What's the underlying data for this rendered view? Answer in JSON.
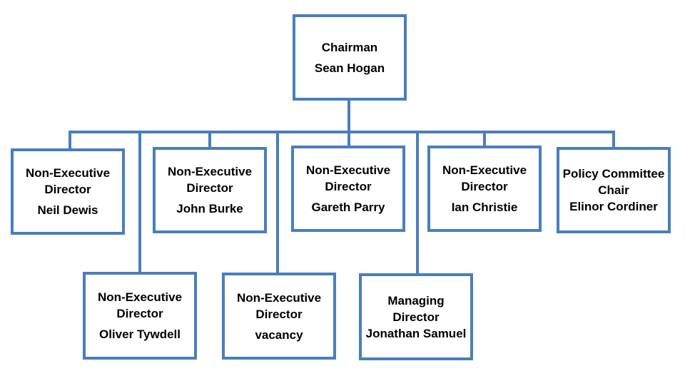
{
  "org_chart": {
    "chairman": {
      "role": "Chairman",
      "name": "Sean Hogan"
    },
    "top_row": [
      {
        "role_line1": "Non-Executive",
        "role_line2": "Director",
        "name": "Neil Dewis"
      },
      {
        "role_line1": "Non-Executive",
        "role_line2": "Director",
        "name": "John Burke"
      },
      {
        "role_line1": "Non-Executive",
        "role_line2": "Director",
        "name": "Gareth Parry"
      },
      {
        "role_line1": "Non-Executive",
        "role_line2": "Director",
        "name": "Ian Christie"
      },
      {
        "role_line1": "Policy Committee",
        "role_line2": "Chair",
        "name": "Elinor Cordiner"
      }
    ],
    "bottom_row": [
      {
        "role_line1": "Non-Executive",
        "role_line2": "Director",
        "name": "Oliver Tywdell"
      },
      {
        "role_line1": "Non-Executive",
        "role_line2": "Director",
        "name": "vacancy"
      },
      {
        "role_line1": "Managing",
        "role_line2": "Director",
        "name": "Jonathan Samuel"
      }
    ],
    "colors": {
      "border": "#4a7ebb",
      "text": "#000000",
      "background": "#ffffff"
    }
  }
}
